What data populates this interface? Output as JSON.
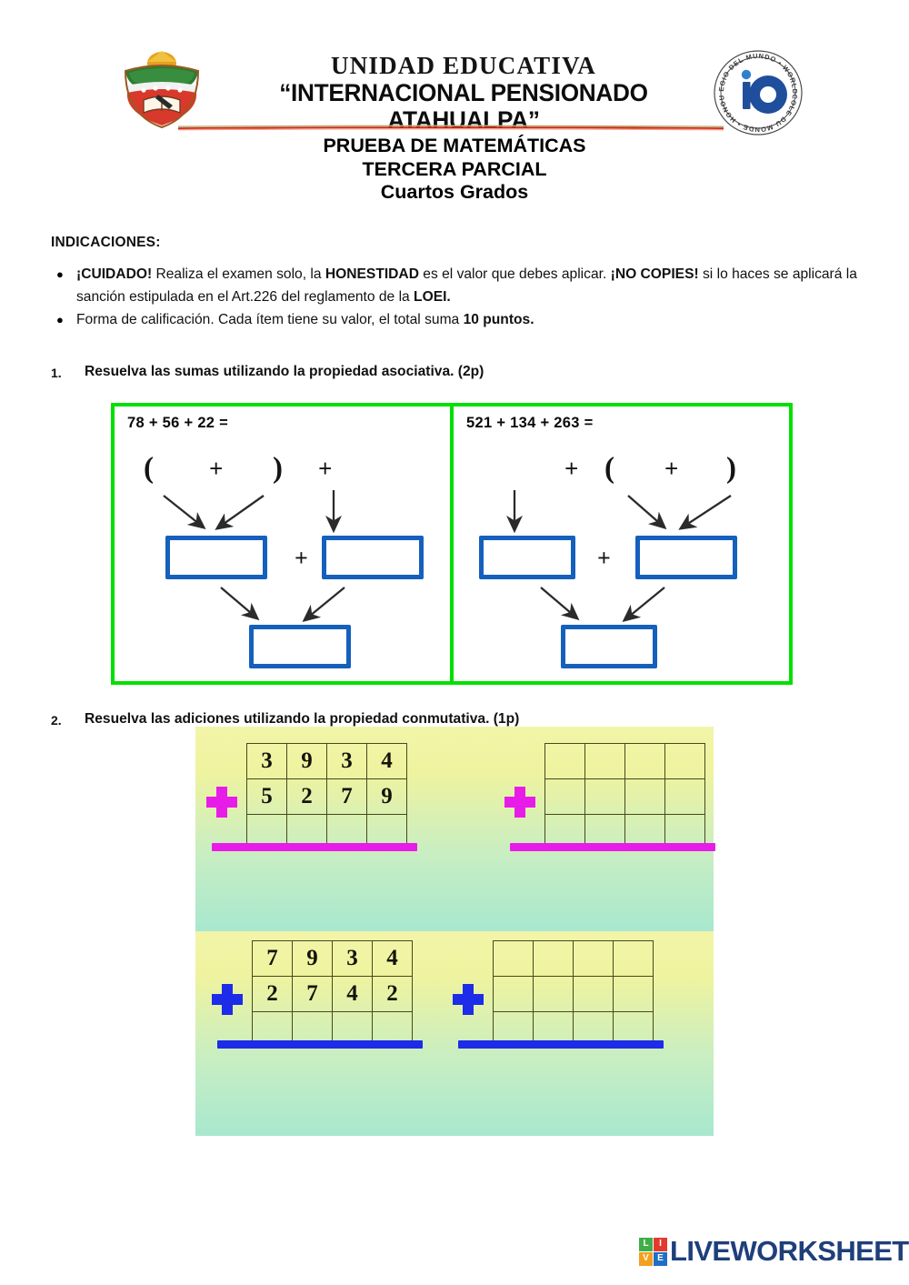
{
  "header": {
    "school_line1": "UNIDAD EDUCATIVA",
    "school_line2": "“INTERNACIONAL PENSIONADO ATAHUALPA”",
    "crest_icon": "school-crest-icon",
    "ib_logo": {
      "mark": "ib",
      "ring_text": "COLEGIO DEL MUNDO • WORLD SCHOOL • ÉCOLE DU MONDE",
      "color": "#1f4e9c"
    },
    "rule_colors": [
      "#b8b078",
      "#cf2418",
      "#f3a08a"
    ]
  },
  "doc_title": {
    "line1": "PRUEBA DE MATEMÁTICAS",
    "line2": "TERCERA PARCIAL",
    "line3": "Cuartos Grados"
  },
  "indications": {
    "heading": "INDICACIONES:",
    "bullets": [
      {
        "parts": [
          {
            "text": "¡CUIDADO!",
            "bold": true
          },
          {
            "text": " Realiza el examen solo, la ",
            "bold": false
          },
          {
            "text": "HONESTIDAD",
            "bold": true
          },
          {
            "text": " es el valor que debes aplicar. ",
            "bold": false
          },
          {
            "text": "¡NO COPIES!",
            "bold": true
          },
          {
            "text": " si lo haces se aplicará la sanción estipulada en el Art.226 del reglamento de la ",
            "bold": false
          },
          {
            "text": "LOEI.",
            "bold": true
          }
        ]
      },
      {
        "parts": [
          {
            "text": "Forma de calificación. Cada ítem tiene su valor, el total suma ",
            "bold": false
          },
          {
            "text": "10 puntos.",
            "bold": true
          }
        ]
      }
    ]
  },
  "questions": [
    {
      "number": "1.",
      "prompt": "Resuelva las sumas utilizando la propiedad asociativa. (2p)",
      "panel_border_color": "#00e000",
      "box_border_color": "#1560bd",
      "items": [
        {
          "expression": "78 + 56 + 22 =",
          "symbols": [
            "(",
            "+",
            ")",
            "+"
          ],
          "plus_between": "+",
          "layout": "group-left"
        },
        {
          "expression": "521 + 134 + 263 =",
          "symbols": [
            "+",
            "(",
            "+",
            ")"
          ],
          "plus_between": "+",
          "layout": "group-right"
        }
      ]
    },
    {
      "number": "2.",
      "prompt": "Resuelva las adiciones utilizando la propiedad conmutativa. (1p)",
      "grids": [
        {
          "accent_color": "#e81ce8",
          "plus_icon": "plus-icon",
          "row1": [
            "3",
            "9",
            "3",
            "4"
          ],
          "row2": [
            "5",
            "2",
            "7",
            "9"
          ],
          "row3": [
            "",
            "",
            "",
            ""
          ]
        },
        {
          "accent_color": "#e81ce8",
          "plus_icon": "plus-icon",
          "row1": [
            "",
            "",
            "",
            ""
          ],
          "row2": [
            "",
            "",
            "",
            ""
          ],
          "row3": [
            "",
            "",
            "",
            ""
          ]
        },
        {
          "accent_color": "#1c2ce8",
          "plus_icon": "plus-icon",
          "row1": [
            "7",
            "9",
            "3",
            "4"
          ],
          "row2": [
            "2",
            "7",
            "4",
            "2"
          ],
          "row3": [
            "",
            "",
            "",
            ""
          ]
        },
        {
          "accent_color": "#1c2ce8",
          "plus_icon": "plus-icon",
          "row1": [
            "",
            "",
            "",
            ""
          ],
          "row2": [
            "",
            "",
            "",
            ""
          ],
          "row3": [
            "",
            "",
            "",
            ""
          ]
        }
      ]
    }
  ],
  "footer": {
    "brand": "LIVEWORKSHEETS",
    "tiles": [
      {
        "letter": "L",
        "color": "#3fae49"
      },
      {
        "letter": "I",
        "color": "#e23b2e"
      },
      {
        "letter": "V",
        "color": "#f2a01e"
      },
      {
        "letter": "E",
        "color": "#1f6fc4"
      }
    ],
    "brand_color": "#1f3f7a"
  }
}
